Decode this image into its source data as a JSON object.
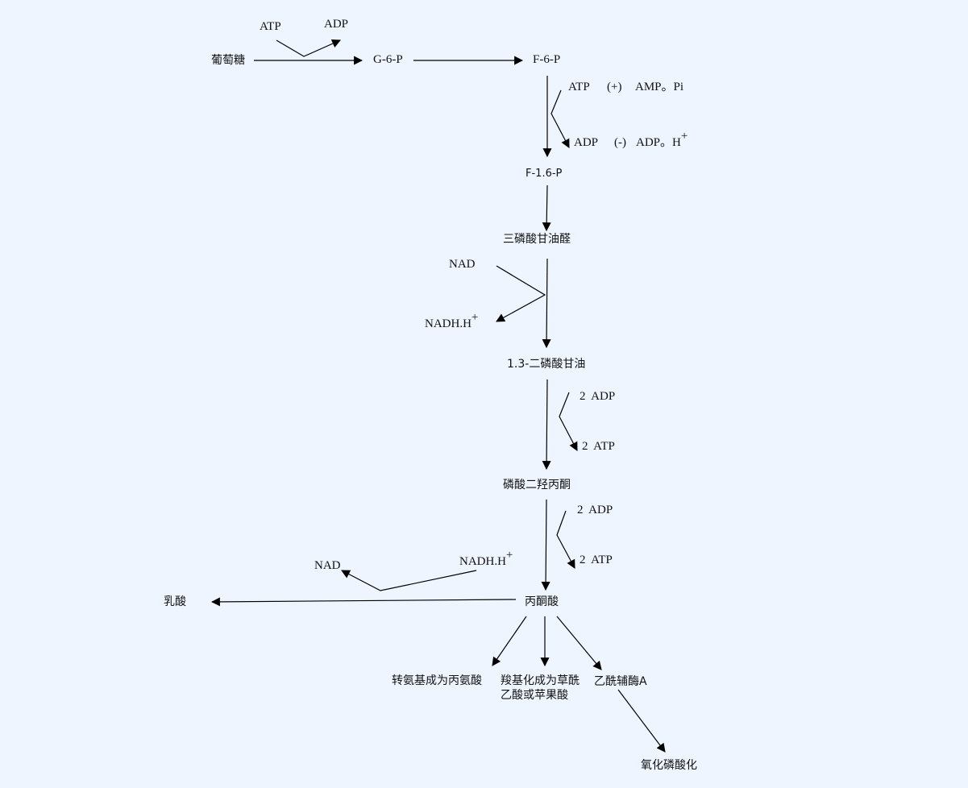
{
  "diagram": {
    "type": "flowchart",
    "background": "#eef5fe",
    "nodes": {
      "glucose": "葡萄糖",
      "g6p": "G-6-P",
      "f6p": "F-6-P",
      "f16p": "F-1.6-P",
      "g3p": "三磷酸甘油醛",
      "bpg": "1.3-二磷酸甘油",
      "dhap": "磷酸二羟丙酮",
      "pyruvate": "丙酮酸",
      "lactate": "乳酸",
      "alanine": "转氨基成为丙氨酸",
      "oxaloacetate_line1": "羧基化成为草酰",
      "oxaloacetate_line2": "乙酸或苹果酸",
      "acetyl_coa": "乙酰辅酶A",
      "oxphos": "氧化磷酸化"
    },
    "cofactors": {
      "step1_atp": "ATP",
      "step1_adp": "ADP",
      "pfk_atp": "ATP",
      "pfk_plus": "(+)",
      "pfk_activators": "AMP。Pi",
      "pfk_adp": "ADP",
      "pfk_minus": "(-)",
      "pfk_inhibitors": "ADP。H",
      "pfk_inhibitors_sup": "+",
      "gapdh_nad": "NAD",
      "gapdh_nadh": "NADH.H",
      "gapdh_nadh_sup": "+",
      "pgk_adp": "2  ADP",
      "pgk_atp": "2  ATP",
      "pk_adp": "2  ADP",
      "pk_atp": "2  ATP",
      "ldh_nadh": "NADH.H",
      "ldh_nadh_sup": "+",
      "ldh_nad": "NAD"
    },
    "edges": [
      {
        "from": "glucose",
        "to": "g6p"
      },
      {
        "from": "g6p",
        "to": "f6p"
      },
      {
        "from": "f6p",
        "to": "f16p"
      },
      {
        "from": "f16p",
        "to": "g3p"
      },
      {
        "from": "g3p",
        "to": "bpg"
      },
      {
        "from": "bpg",
        "to": "dhap"
      },
      {
        "from": "dhap",
        "to": "pyruvate"
      },
      {
        "from": "pyruvate",
        "to": "lactate"
      },
      {
        "from": "pyruvate",
        "to": "alanine"
      },
      {
        "from": "pyruvate",
        "to": "oxaloacetate"
      },
      {
        "from": "pyruvate",
        "to": "acetyl_coa"
      },
      {
        "from": "acetyl_coa",
        "to": "oxphos"
      }
    ]
  }
}
